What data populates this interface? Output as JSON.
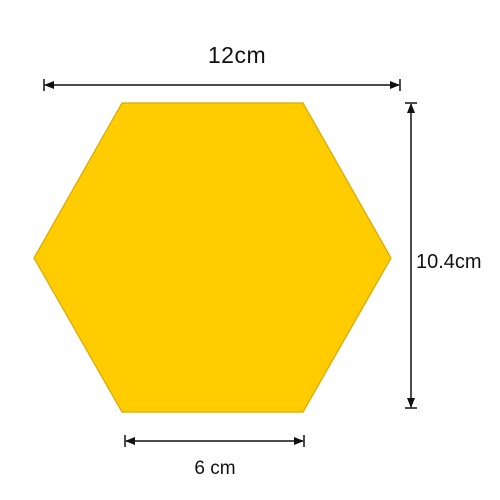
{
  "diagram": {
    "shape": "regular-hexagon",
    "fill_color": "#FFCC00",
    "stroke_color": "#D8A800",
    "arrow_color": "#111111",
    "dimensions": {
      "width_label": "12cm",
      "height_label": "10.4cm",
      "side_label": "6 cm"
    }
  }
}
